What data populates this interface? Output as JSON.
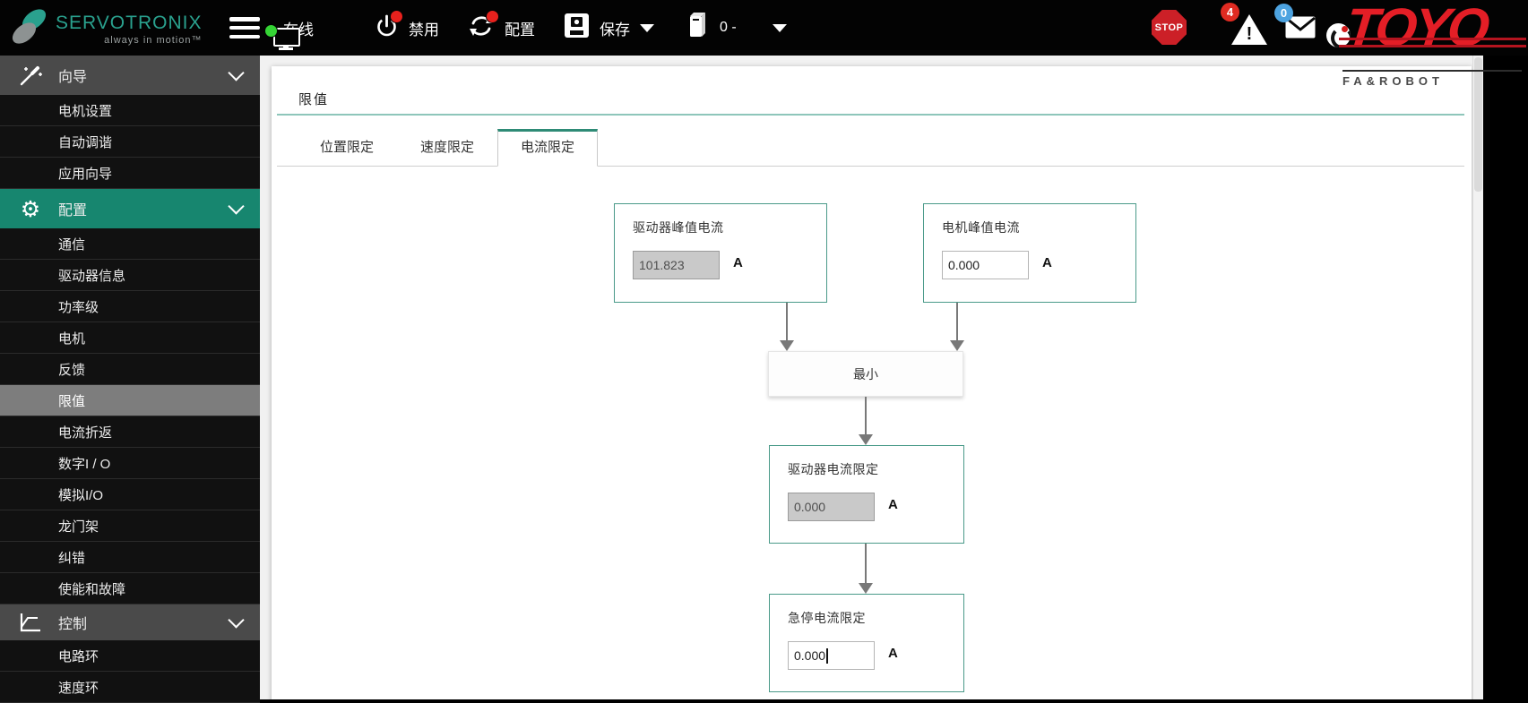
{
  "brand": {
    "name": "SERVOTRONIX",
    "tagline": "always in motion™"
  },
  "topbar": {
    "online_label": "在线",
    "disable_label": "禁用",
    "config_label": "配置",
    "save_label": "保存",
    "drive_value": "0 -",
    "stop_label": "STOP",
    "alert_count": "4",
    "mail_count": "0"
  },
  "toyo": {
    "name": "TOYO",
    "subtitle": "FA&ROBOT"
  },
  "sidebar": {
    "sections": [
      {
        "label": "向导",
        "icon": "wand-icon",
        "items": [
          "电机设置",
          "自动调谐",
          "应用向导"
        ]
      },
      {
        "label": "配置",
        "icon": "gear-icon",
        "items": [
          "通信",
          "驱动器信息",
          "功率级",
          "电机",
          "反馈",
          "限值",
          "电流折返",
          "数字I / O",
          "模拟I/O",
          "龙门架",
          "纠错",
          "使能和故障"
        ]
      },
      {
        "label": "控制",
        "icon": "control-loop-icon",
        "items": [
          "电路环",
          "速度环"
        ]
      }
    ],
    "selected_item": "限值"
  },
  "main": {
    "title": "限值",
    "tabs": [
      {
        "label": "位置限定",
        "active": false
      },
      {
        "label": "速度限定",
        "active": false
      },
      {
        "label": "电流限定",
        "active": true
      }
    ],
    "diagram": {
      "nodes": [
        {
          "id": "drive-peak-current",
          "label": "驱动器峰值电流",
          "value": "101.823",
          "unit": "A",
          "editable": false
        },
        {
          "id": "motor-peak-current",
          "label": "电机峰值电流",
          "value": "0.000",
          "unit": "A",
          "editable": true
        },
        {
          "id": "minimum",
          "label": "最小"
        },
        {
          "id": "drive-current-limit",
          "label": "驱动器电流限定",
          "value": "0.000",
          "unit": "A",
          "editable": false
        },
        {
          "id": "estop-current-limit",
          "label": "急停电流限定",
          "value": "0.000",
          "unit": "A",
          "editable": true
        }
      ]
    }
  },
  "colors": {
    "accent_teal": "#17866f",
    "tab_accent": "#2e8b76",
    "node_border": "#4a9a89",
    "stop_red": "#cc2027",
    "badge_red": "#e02b22",
    "badge_blue": "#4da3e0",
    "toyo_red": "#e41e26",
    "selected_gray": "#7d7d7d",
    "online_green": "#35d435"
  }
}
